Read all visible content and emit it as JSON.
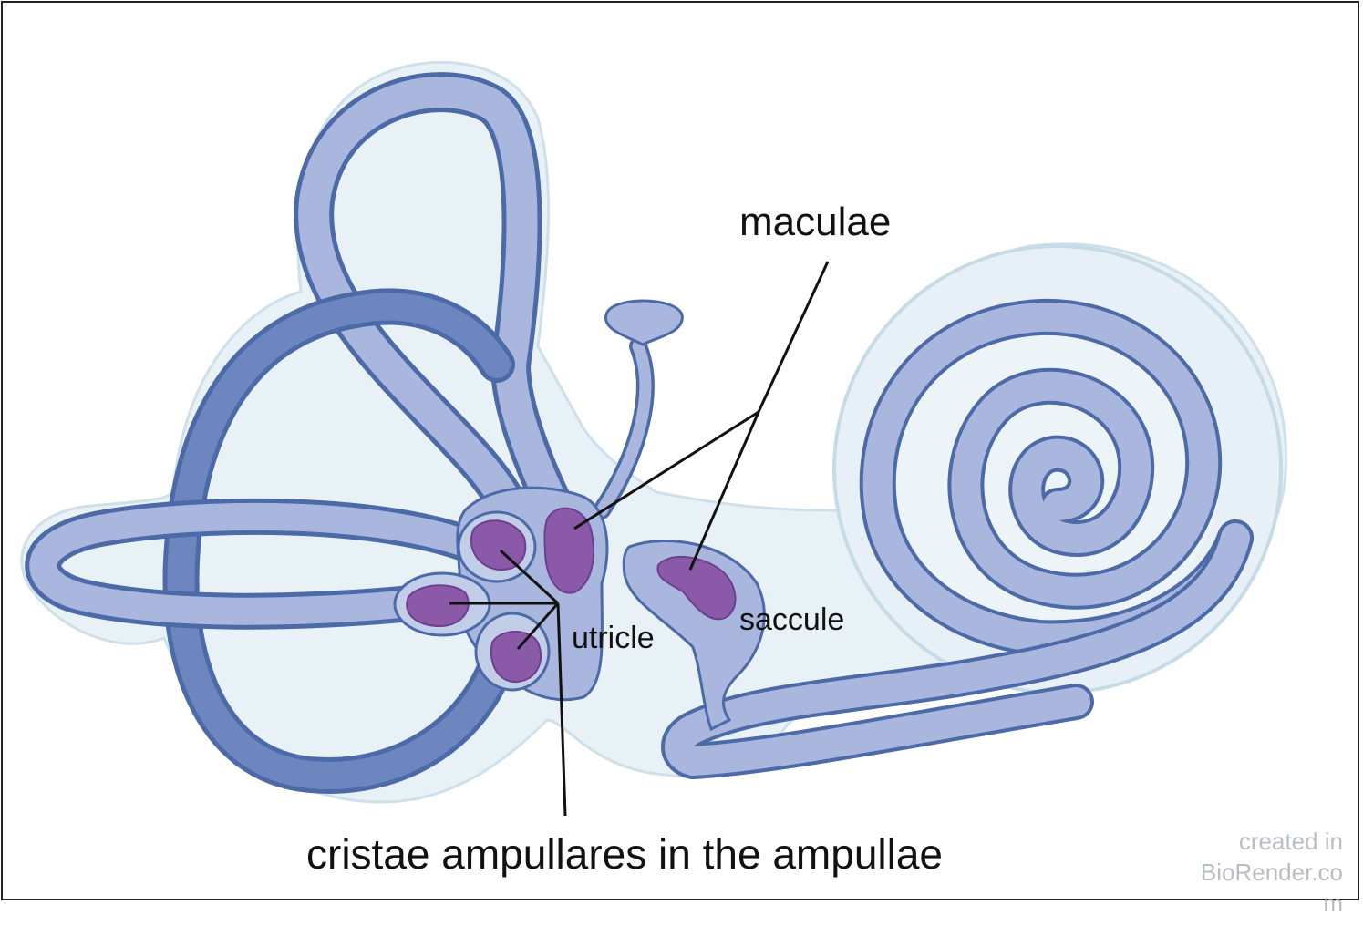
{
  "labels": {
    "maculae": "maculae",
    "utricle": "utricle",
    "saccule": "saccule",
    "cristae": "cristae ampullares in the ampullae"
  },
  "watermark": {
    "line1": "created in",
    "line2": "BioRender.co",
    "line3": "m"
  },
  "colors": {
    "membrane_fill": "#e3eef4",
    "membrane_edge": "#c5d9e4",
    "canal_fill": "#a9b7de",
    "canal_edge": "#4d6aa8",
    "canal_dark": "#6e86c0",
    "sensory_patch": "#8a5aa8",
    "sensory_edge": "#6d3f8e",
    "leader_line": "#111111"
  }
}
